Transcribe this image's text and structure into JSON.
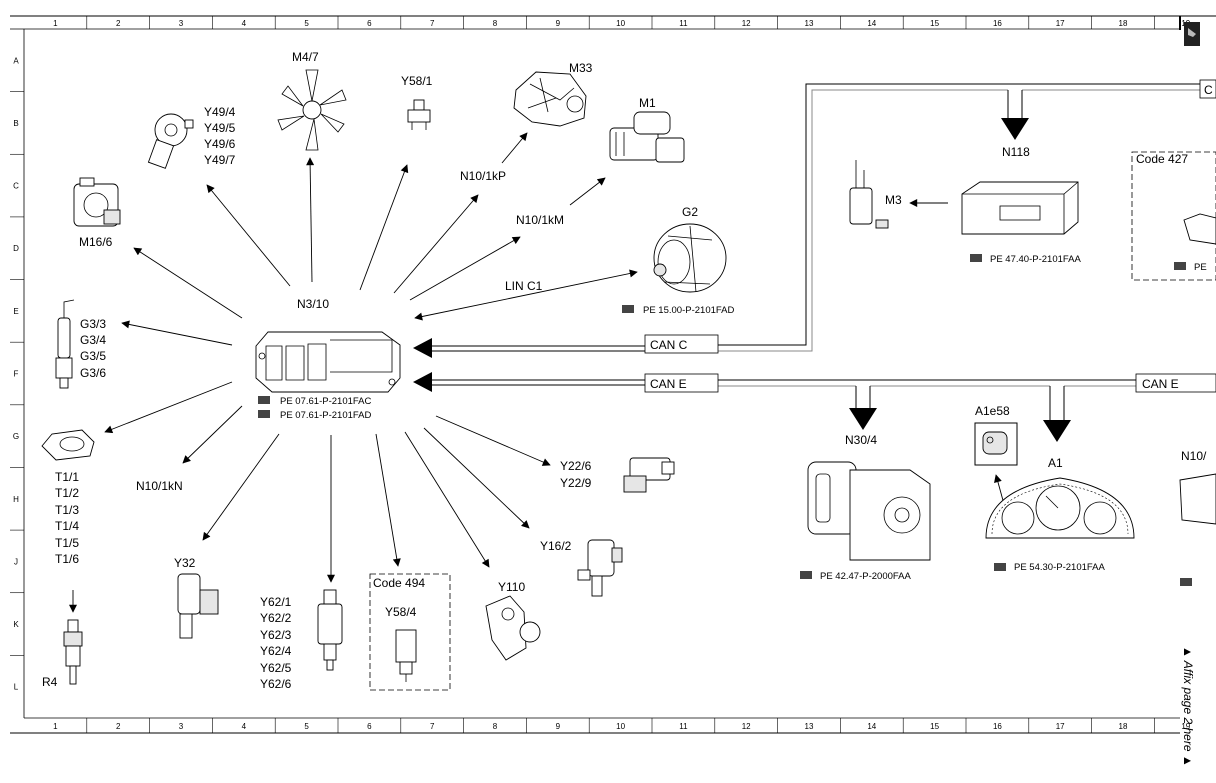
{
  "grid": {
    "columns": [
      "1",
      "2",
      "3",
      "4",
      "5",
      "6",
      "7",
      "8",
      "9",
      "10",
      "11",
      "12",
      "13",
      "14",
      "15",
      "16",
      "17",
      "18",
      "19"
    ],
    "rows": [
      "A",
      "B",
      "C",
      "D",
      "E",
      "F",
      "G",
      "H",
      "J",
      "K",
      "L"
    ]
  },
  "labels": {
    "n3_10": "N3/10",
    "n3_10_ref1": "PE 07.61-P-2101FAC",
    "n3_10_ref2": "PE 07.61-P-2101FAD",
    "m4_7": "M4/7",
    "y58_1": "Y58/1",
    "m33": "M33",
    "m1": "M1",
    "y49": [
      "Y49/4",
      "Y49/5",
      "Y49/6",
      "Y49/7"
    ],
    "m16_6": "M16/6",
    "n10_1kp": "N10/1kP",
    "n10_1km": "N10/1kM",
    "g2": "G2",
    "lin_c1": "LIN C1",
    "g2_ref": "PE 15.00-P-2101FAD",
    "g3": [
      "G3/3",
      "G3/4",
      "G3/5",
      "G3/6"
    ],
    "t1": [
      "T1/1",
      "T1/2",
      "T1/3",
      "T1/4",
      "T1/5",
      "T1/6"
    ],
    "n10_1kn": "N10/1kN",
    "r4": "R4",
    "y32": "Y32",
    "y62": [
      "Y62/1",
      "Y62/2",
      "Y62/3",
      "Y62/4",
      "Y62/5",
      "Y62/6"
    ],
    "code494": "Code 494",
    "y58_4": "Y58/4",
    "y110": "Y110",
    "y16_2": "Y16/2",
    "y22": [
      "Y22/6",
      "Y22/9"
    ],
    "can_c": "CAN C",
    "can_e": "CAN E",
    "can_e_right": "CAN E",
    "n118": "N118",
    "m3": "M3",
    "n118_ref": "PE 47.40-P-2101FAA",
    "code427": "Code 427",
    "code427_ref": "PE",
    "n30_4": "N30/4",
    "n30_4_ref": "PE 42.47-P-2000FAA",
    "a1e58": "A1e58",
    "a1": "A1",
    "a1_ref": "PE 54.30-P-2101FAA",
    "n10_right": "N10/",
    "affix": "▲ Affix page 2 here ▲",
    "top_right_c": "C"
  }
}
